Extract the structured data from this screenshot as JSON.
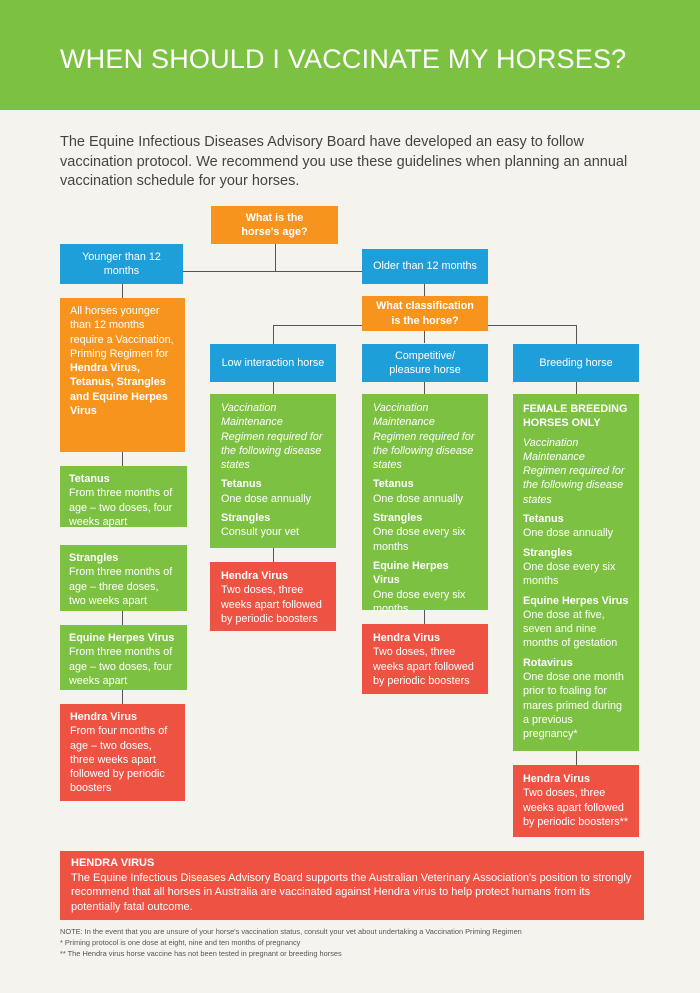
{
  "header": {
    "title": "WHEN SHOULD I VACCINATE MY HORSES?"
  },
  "intro": "The Equine Infectious Diseases Advisory Board have developed an easy to follow vaccination protocol. We recommend you use these guidelines when planning an annual vaccination schedule for your horses.",
  "flow": {
    "question_age": "What is the horse's age?",
    "younger": "Younger than 12 months",
    "older": "Older than 12 months",
    "question_class": "What classification is the horse?",
    "young_priming": {
      "lead": "All horses younger than 12 months require a Vaccination, Priming Regimen for",
      "bold": "Hendra Virus, Tetanus, Strangles and Equine Herpes Virus"
    },
    "young_tetanus": {
      "title": "Tetanus",
      "text": "From three months of age – two doses, four weeks apart"
    },
    "young_strangles": {
      "title": "Strangles",
      "text": "From three months of age – three doses, two weeks apart"
    },
    "young_ehv": {
      "title": "Equine Herpes Virus",
      "text": "From three months of age – two doses, four weeks apart"
    },
    "young_hendra": {
      "title": "Hendra Virus",
      "text": "From four months of age – two doses, three weeks apart followed by periodic boosters"
    },
    "low": {
      "label": "Low interaction horse",
      "intro": "Vaccination Maintenance Regimen required for the following disease states",
      "tetanus_title": "Tetanus",
      "tetanus_text": "One dose annually",
      "strangles_title": "Strangles",
      "strangles_text": "Consult your vet",
      "hendra_title": "Hendra Virus",
      "hendra_text": "Two doses, three weeks apart followed by periodic boosters"
    },
    "comp": {
      "label": "Competitive/ pleasure horse",
      "intro": "Vaccination Maintenance Regimen required for the following disease states",
      "tetanus_title": "Tetanus",
      "tetanus_text": "One dose annually",
      "strangles_title": "Strangles",
      "strangles_text": "One dose every six months",
      "ehv_title": "Equine Herpes Virus",
      "ehv_text": "One dose every six months",
      "hendra_title": "Hendra Virus",
      "hendra_text": "Two doses, three weeks apart followed by periodic boosters"
    },
    "breed": {
      "label": "Breeding horse",
      "female": "FEMALE BREEDING HORSES ONLY",
      "intro": "Vaccination Maintenance Regimen required for the following disease states",
      "tetanus_title": "Tetanus",
      "tetanus_text": "One dose annually",
      "strangles_title": "Strangles",
      "strangles_text": "One dose every six months",
      "ehv_title": "Equine Herpes Virus",
      "ehv_text": "One dose at five, seven and nine months of gestation",
      "rota_title": "Rotavirus",
      "rota_text": "One dose one month prior to foaling for mares primed during a previous pregnancy*",
      "hendra_title": "Hendra Virus",
      "hendra_text": "Two doses, three weeks apart followed by periodic boosters**"
    }
  },
  "hendra_panel": {
    "title": "HENDRA VIRUS",
    "text": "The Equine Infectious Diseases Advisory Board supports the Australian Veterinary Association's position to strongly recommend that all horses in Australia are vaccinated against Hendra virus to help protect humans from its potentially fatal outcome."
  },
  "notes": [
    "NOTE: In the event that you are unsure of your horse's vaccination status, consult your vet about undertaking a Vaccination Priming Regimen",
    "* Priming protocol is one dose at eight, nine and ten months of pregnancy",
    "** The Hendra virus horse vaccine has not been tested in pregnant or breeding horses"
  ],
  "colors": {
    "green": "#7dc142",
    "orange": "#f7941d",
    "blue": "#1f9fd9",
    "red": "#ee5243",
    "background": "#f5f3ed"
  }
}
